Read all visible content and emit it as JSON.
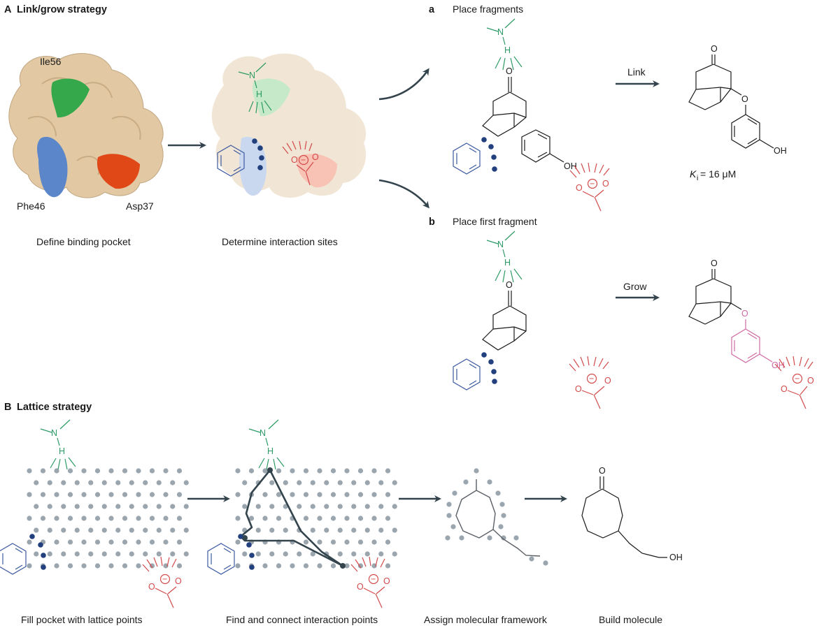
{
  "panel_A": {
    "title": "A",
    "heading": "Link/grow strategy",
    "residues": [
      "Ile56",
      "Phe46",
      "Asp37"
    ],
    "caption_pocket": "Define binding pocket",
    "caption_sites": "Determine interaction sites"
  },
  "sub_a": {
    "letter": "a",
    "heading": "Place fragments",
    "arrow_label": "Link",
    "ki_label": "K",
    "ki_sub": "i",
    "ki_value": " = 16 μM"
  },
  "sub_b": {
    "letter": "b",
    "heading": "Place first fragment",
    "arrow_label": "Grow"
  },
  "panel_B": {
    "title": "B",
    "heading": "Lattice strategy",
    "captions": [
      "Fill pocket with lattice points",
      "Find and connect interaction points",
      "Assign molecular framework",
      "Build molecule"
    ]
  },
  "atoms": {
    "N": "N",
    "H": "H",
    "O": "O",
    "OH": "OH",
    "minus": "−"
  },
  "colors": {
    "tan": "#e2c9a3",
    "green": "#2e9a66",
    "red_site": "#d24a4a",
    "blue_site": "#3d5aa0",
    "asp_patch": "#e04818",
    "phe_patch": "#5b86c9",
    "ile_patch": "#34a84a",
    "pink": "#cf6aa3",
    "arrow": "#34444d",
    "lattice": "#9aa5ae"
  }
}
